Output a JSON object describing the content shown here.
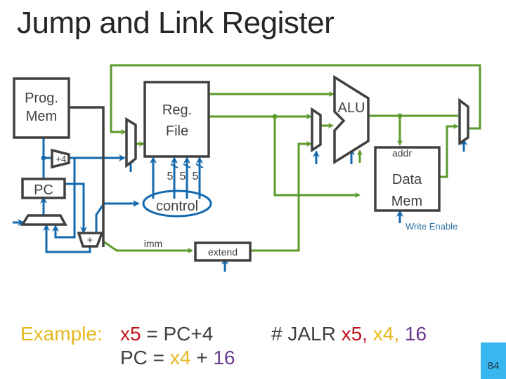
{
  "title": "Jump and Link Register",
  "colors": {
    "wire_green": "#5b9a2b",
    "wire_blue": "#1469ad",
    "block_outline": "#404040",
    "accent_yellow": "#e6b820",
    "accent_red": "#c0141c",
    "accent_purple": "#6a3a8f",
    "page_badge": "#38b6ee"
  },
  "diagram": {
    "prog_mem": {
      "line1": "Prog.",
      "line2": "Mem"
    },
    "reg_file": {
      "line1": "Reg.",
      "line2": "File"
    },
    "alu": "ALU",
    "pc": "PC",
    "plus4": "+4",
    "adder": "+",
    "control": "control",
    "reg_widths": [
      "5",
      "5",
      "5"
    ],
    "imm": "imm",
    "extend": "extend",
    "data_mem": {
      "addr": "addr",
      "line1": "Data",
      "line2": "Mem"
    },
    "write_enable": "Write Enable"
  },
  "example": {
    "label": "Example:",
    "line1": {
      "dest": "x5",
      "rest": " = PC+4"
    },
    "line2": {
      "pre": "PC = ",
      "src": "x4",
      "mid": " + ",
      "imm": "16"
    },
    "comment": {
      "pre": "# JALR ",
      "dest": "x5,",
      "sep": " ",
      "src": "x4,",
      "sep2": " ",
      "imm": "16"
    }
  },
  "page_number": "84"
}
